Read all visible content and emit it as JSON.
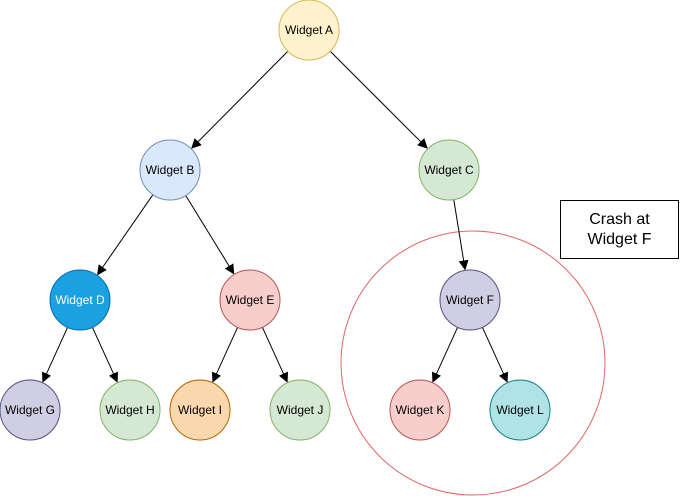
{
  "nodes": [
    {
      "id": "A",
      "label": "Widget A",
      "fill": "#fff2cc",
      "stroke": "#d6b656",
      "text_color": "#000000"
    },
    {
      "id": "B",
      "label": "Widget B",
      "fill": "#dae8fc",
      "stroke": "#6c8ebf",
      "text_color": "#000000"
    },
    {
      "id": "C",
      "label": "Widget C",
      "fill": "#d5e8d4",
      "stroke": "#82b366",
      "text_color": "#000000"
    },
    {
      "id": "D",
      "label": "Widget D",
      "fill": "#1ba1e2",
      "stroke": "#006eaf",
      "text_color": "#ffffff"
    },
    {
      "id": "E",
      "label": "Widget E",
      "fill": "#f8cecc",
      "stroke": "#b85450",
      "text_color": "#000000"
    },
    {
      "id": "F",
      "label": "Widget F",
      "fill": "#d0cee2",
      "stroke": "#56517e",
      "text_color": "#000000"
    },
    {
      "id": "G",
      "label": "Widget G",
      "fill": "#d0cee2",
      "stroke": "#56517e",
      "text_color": "#000000"
    },
    {
      "id": "H",
      "label": "Widget H",
      "fill": "#d5e8d4",
      "stroke": "#82b366",
      "text_color": "#000000"
    },
    {
      "id": "I",
      "label": "Widget I",
      "fill": "#fad7ac",
      "stroke": "#b46504",
      "text_color": "#000000"
    },
    {
      "id": "J",
      "label": "Widget J",
      "fill": "#d5e8d4",
      "stroke": "#82b366",
      "text_color": "#000000"
    },
    {
      "id": "K",
      "label": "Widget K",
      "fill": "#f8cecc",
      "stroke": "#b85450",
      "text_color": "#000000"
    },
    {
      "id": "L",
      "label": "Widget L",
      "fill": "#b0e3e6",
      "stroke": "#0e8088",
      "text_color": "#000000"
    }
  ],
  "edges": [
    {
      "from": "A",
      "to": "B"
    },
    {
      "from": "A",
      "to": "C"
    },
    {
      "from": "B",
      "to": "D"
    },
    {
      "from": "B",
      "to": "E"
    },
    {
      "from": "C",
      "to": "F"
    },
    {
      "from": "D",
      "to": "G"
    },
    {
      "from": "D",
      "to": "H"
    },
    {
      "from": "E",
      "to": "I"
    },
    {
      "from": "E",
      "to": "J"
    },
    {
      "from": "F",
      "to": "K"
    },
    {
      "from": "F",
      "to": "L"
    }
  ],
  "crash_region": {
    "stroke": "#e06666",
    "encloses": [
      "F",
      "K",
      "L"
    ]
  },
  "callout": {
    "line1": "Crash at",
    "line2": "Widget F"
  },
  "colors": {
    "edge": "#000000",
    "background": "#ffffff"
  }
}
